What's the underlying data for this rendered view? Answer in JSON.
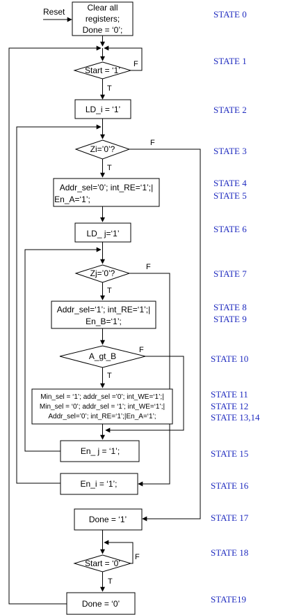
{
  "colors": {
    "state_label": "#1f2bbf",
    "stroke": "#000000",
    "background": "#ffffff"
  },
  "reset_label": "Reset",
  "nodes": {
    "clear": [
      "Clear all",
      "registers;",
      "Done = ‘0’;"
    ],
    "start1": "Start = ‘1’",
    "ldi": "LD_i = ‘1’",
    "zi": "Zi=’0’?",
    "s45": [
      "Addr_sel=’0’; int_RE=‘1’;|",
      "En_A=‘1’;"
    ],
    "ldj": "LD_ j=‘1’",
    "zj": "Zj=’0’?",
    "s89": [
      "Addr_sel=‘1’; int_RE=‘1’;|",
      "En_B=‘1’;"
    ],
    "agtb": "A_gt_B",
    "s11": [
      "Min_sel = ‘1’; addr_sel =’0’; int_WE=‘1’;|",
      "Min_sel = ‘0’; addr_sel = ‘1’; int_WE=‘1’;|",
      "Addr_sel=’0’; int_RE=‘1’;|En_A=‘1’;"
    ],
    "enj": "En_ j = ‘1’;",
    "eni": "En_i = ‘1’;",
    "done1": "Done = ‘1’",
    "start0": "Start = ‘0’",
    "done0": "Done = ‘0’"
  },
  "branch_labels": {
    "true": "T",
    "false": "F"
  },
  "states": [
    "STATE 0",
    "STATE 1",
    "STATE 2",
    "STATE 3",
    "STATE 4",
    "STATE 5",
    "STATE 6",
    "STATE 7",
    "STATE 8",
    "STATE 9",
    "STATE 10",
    "STATE 11",
    "STATE 12",
    "STATE 13,14",
    "STATE 15",
    "STATE 16",
    "STATE 17",
    "STATE 18",
    "STATE19"
  ]
}
